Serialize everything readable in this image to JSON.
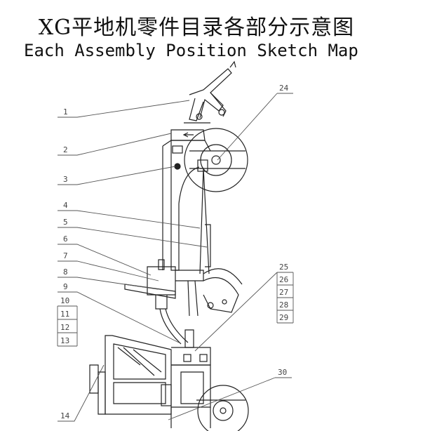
{
  "header": {
    "title_cn": "XG平地机零件目录各部分示意图",
    "title_en": "Each Assembly Position Sketch Map"
  },
  "callouts": [
    {
      "id": "1",
      "label": "1"
    },
    {
      "id": "2",
      "label": "2"
    },
    {
      "id": "3",
      "label": "3"
    },
    {
      "id": "4",
      "label": "4"
    },
    {
      "id": "5",
      "label": "5"
    },
    {
      "id": "6",
      "label": "6"
    },
    {
      "id": "7",
      "label": "7"
    },
    {
      "id": "8",
      "label": "8"
    },
    {
      "id": "9",
      "label": "9"
    },
    {
      "id": "10",
      "label": "10"
    },
    {
      "id": "11",
      "label": "11"
    },
    {
      "id": "12",
      "label": "12"
    },
    {
      "id": "13",
      "label": "13"
    },
    {
      "id": "14",
      "label": "14"
    },
    {
      "id": "24",
      "label": "24"
    },
    {
      "id": "25",
      "label": "25"
    },
    {
      "id": "26",
      "label": "26"
    },
    {
      "id": "27",
      "label": "27"
    },
    {
      "id": "28",
      "label": "28"
    },
    {
      "id": "29",
      "label": "29"
    },
    {
      "id": "30",
      "label": "30"
    }
  ]
}
